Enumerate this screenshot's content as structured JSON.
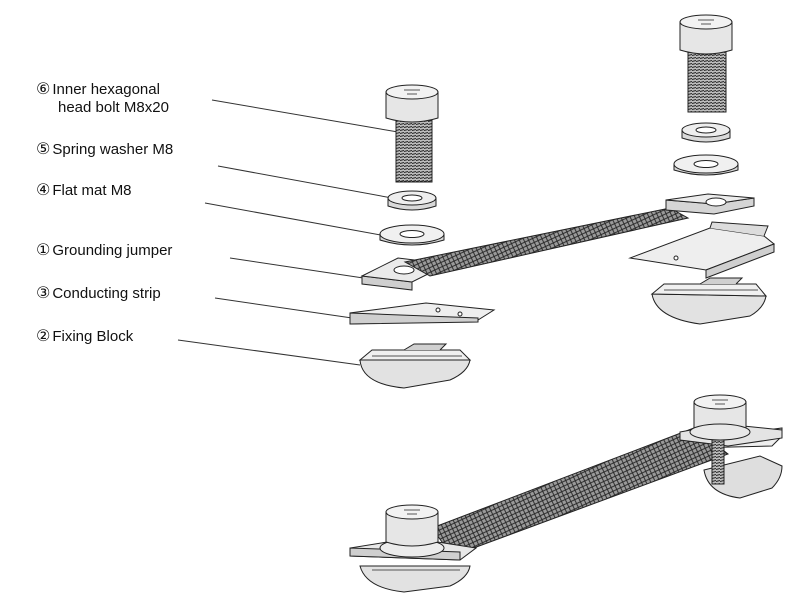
{
  "labels": [
    {
      "id": "bolt",
      "number": "⑥",
      "line1": "Inner hexagonal",
      "line2": "head bolt M8x20"
    },
    {
      "id": "spring",
      "number": "⑤",
      "line1": "Spring washer M8"
    },
    {
      "id": "flat",
      "number": "④",
      "line1": "Flat mat M8"
    },
    {
      "id": "jumper",
      "number": "①",
      "line1": "Grounding jumper"
    },
    {
      "id": "strip",
      "number": "③",
      "line1": "Conducting strip"
    },
    {
      "id": "block",
      "number": "②",
      "line1": "Fixing Block"
    }
  ]
}
